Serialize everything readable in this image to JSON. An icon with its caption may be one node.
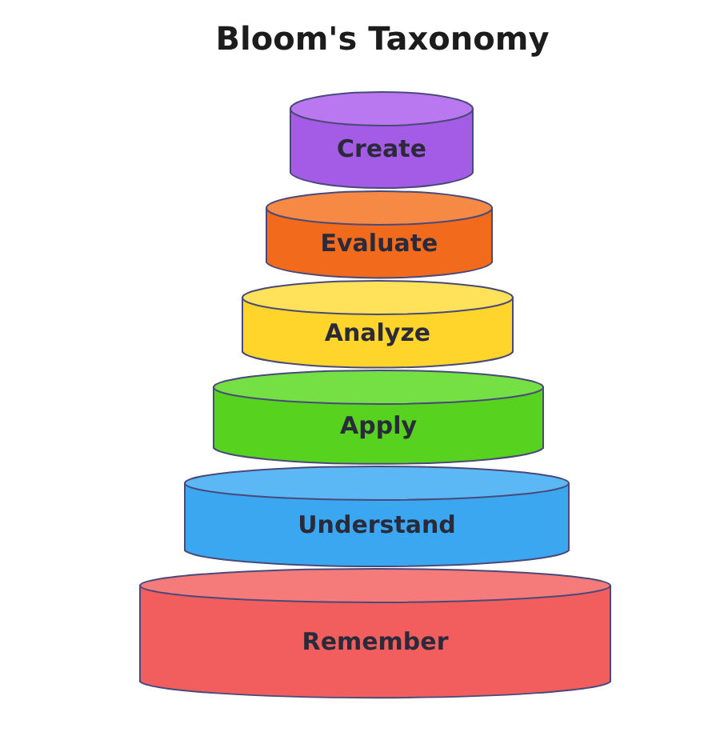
{
  "diagram": {
    "title": "Bloom's Taxonomy",
    "nodes": [
      {
        "text": [
          "Create"
        ]
      },
      {
        "text": [
          "Evaluate"
        ]
      },
      {
        "text": [
          "Analyze"
        ]
      },
      {
        "text": [
          "Apply"
        ]
      },
      {
        "text": [
          "Understand"
        ]
      },
      {
        "text": [
          "Remember"
        ]
      }
    ]
  }
}
